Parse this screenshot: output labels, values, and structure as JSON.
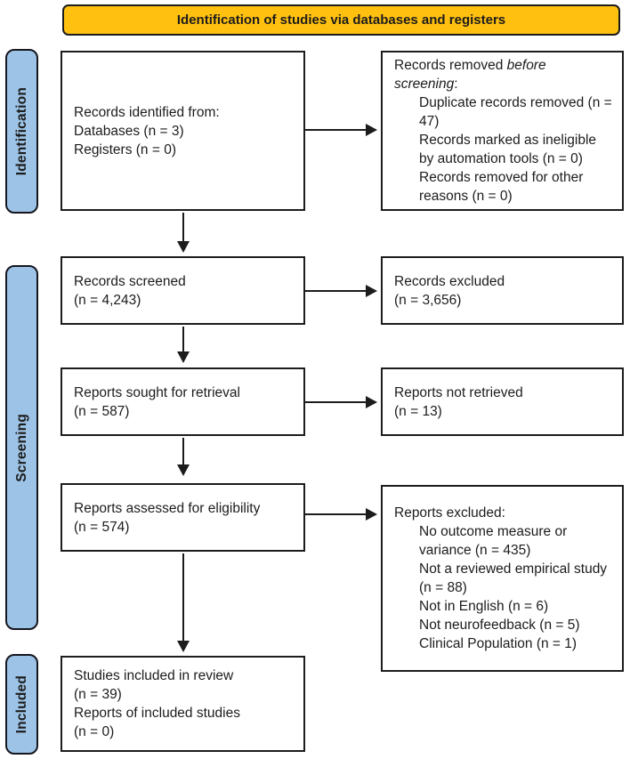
{
  "colors": {
    "banner_bg": "#FFC010",
    "stage_bg": "#9DC3E6",
    "line": "#1c1c1c"
  },
  "banner": {
    "label": "Identification of studies via databases and registers"
  },
  "stages": {
    "identification": "Identification",
    "screening": "Screening",
    "included": "Included"
  },
  "boxes": {
    "records_identified": {
      "lines": [
        "Records identified from:",
        "Databases (n = 3)",
        "Registers (n = 0)"
      ]
    },
    "records_removed": {
      "heading_line1_regular": "Records removed ",
      "heading_line1_italic": "before",
      "heading_line2_italic": "screening",
      "heading_line2_regular": ":",
      "items": [
        "Duplicate records removed (n = 47)",
        "Records marked as ineligible by automation tools (n = 0)",
        "Records removed for other reasons (n = 0)"
      ]
    },
    "records_screened": {
      "lines": [
        "Records screened",
        "(n = 4,243)"
      ]
    },
    "records_excluded": {
      "lines": [
        "Records excluded",
        "(n = 3,656)"
      ]
    },
    "reports_sought": {
      "lines": [
        "Reports sought for retrieval",
        "(n = 587)"
      ]
    },
    "reports_not_retrieved": {
      "lines": [
        "Reports not retrieved",
        "(n = 13)"
      ]
    },
    "reports_assessed": {
      "lines": [
        "Reports assessed for eligibility",
        "(n = 574)"
      ]
    },
    "reports_excluded": {
      "heading": "Reports excluded:",
      "items": [
        "No outcome measure or variance (n = 435)",
        "Not a reviewed empirical study (n = 88)",
        "Not in English (n = 6)",
        "Not neurofeedback (n = 5)",
        "Clinical Population (n = 1)"
      ]
    },
    "studies_included": {
      "lines": [
        "Studies included in review",
        "(n = 39)",
        "Reports of included studies",
        "(n = 0)"
      ]
    }
  }
}
